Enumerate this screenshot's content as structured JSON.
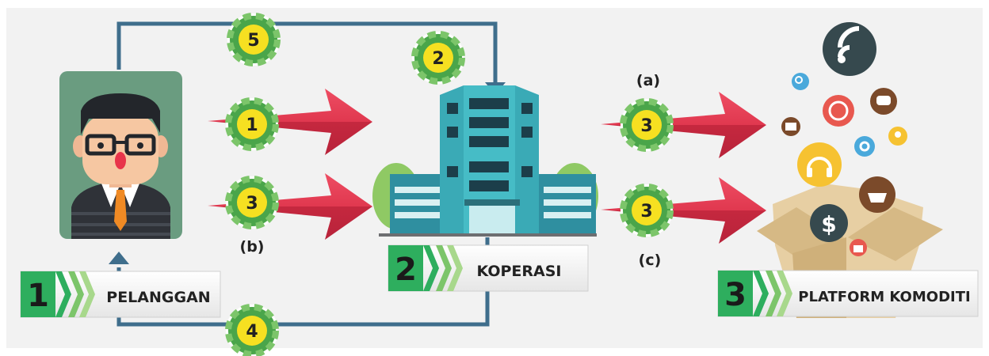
{
  "entities": [
    {
      "number": "1",
      "label": "PELANGGAN"
    },
    {
      "number": "2",
      "label": "KOPERASI"
    },
    {
      "number": "3",
      "label": "PLATFORM KOMODITI"
    }
  ],
  "steps": {
    "top_loop": "5",
    "building_in": "2",
    "customer_to_coop_top": "1",
    "customer_to_coop_bottom": "3",
    "coop_to_platform_top": "3",
    "coop_to_platform_bottom": "3",
    "bottom_loop": "4"
  },
  "annotations": {
    "a": "(a)",
    "b": "(b)",
    "c": "(c)"
  },
  "colors": {
    "background_panel": "#f2f2f2",
    "connector_line": "#3f6e8c",
    "arrow_red": "#e0384f",
    "badge_green": "#4aa54a",
    "badge_yellow": "#f6e021",
    "number_green": "#2eae5e"
  },
  "icons": [
    "wifi-icon",
    "search-icon",
    "globe-icon",
    "chat-icon",
    "mail-icon",
    "gear-icon",
    "location-icon",
    "headphones-icon",
    "basket-icon",
    "dollar-icon",
    "gift-icon"
  ]
}
